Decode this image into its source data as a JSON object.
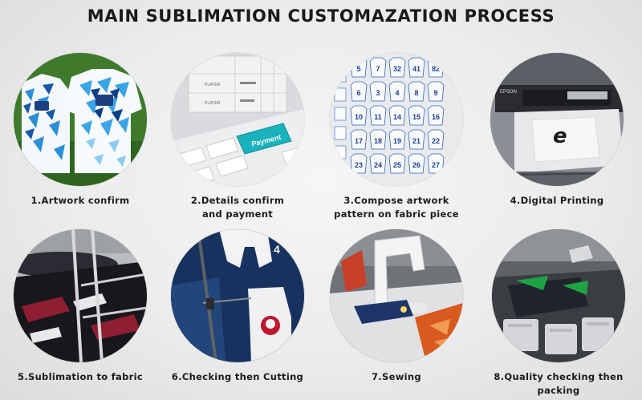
{
  "title": "MAIN SUBLIMATION CUSTOMAZATION PROCESS",
  "steps": [
    {
      "caption": "1.Artwork confirm"
    },
    {
      "caption": "2.Details confirm\nand payment",
      "key_label": "Payment",
      "table_texts": [
        "PLAYER",
        "PLAYER"
      ]
    },
    {
      "caption": "3.Compose artwork\npattern on fabric piece",
      "numbers": [
        "5",
        "7",
        "32",
        "41",
        "82",
        "6",
        "3",
        "4",
        "8",
        "9",
        "10",
        "11",
        "14",
        "15",
        "16",
        "17",
        "18",
        "19",
        "21",
        "22",
        "23",
        "24",
        "25",
        "26",
        "27"
      ]
    },
    {
      "caption": "4.Digital Printing",
      "printer_brand": "EPSON"
    },
    {
      "caption": "5.Sublimation to fabric"
    },
    {
      "caption": "6.Checking then Cutting"
    },
    {
      "caption": "7.Sewing"
    },
    {
      "caption": "8.Quality checking then packing"
    }
  ]
}
